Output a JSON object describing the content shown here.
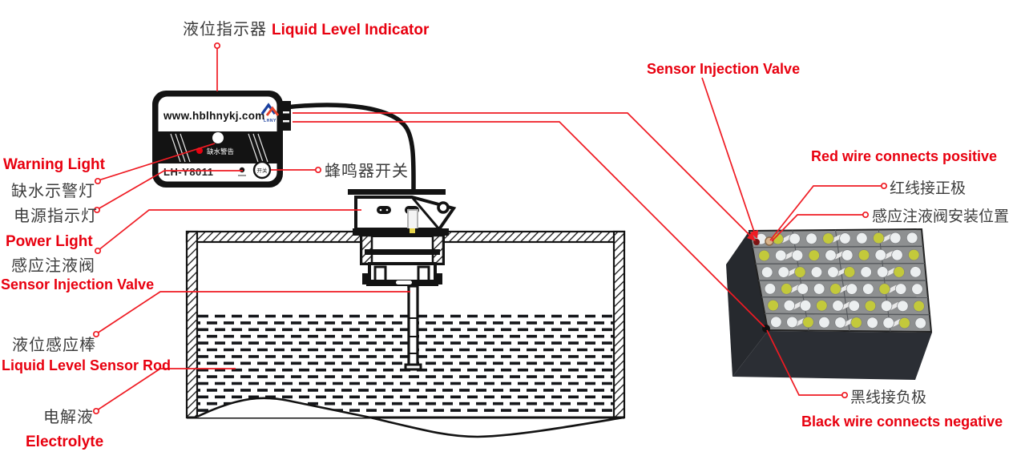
{
  "title": "Liquid level indicator installation diagram",
  "colors": {
    "accent_red_text": "#e8000f",
    "line_red": "#ef1b23",
    "ink": "#141414",
    "label_gray": "#3d3d3d",
    "battery_top": "#8e9091",
    "battery_dark_left": "#26292e",
    "battery_dark_front": "#2b2e34",
    "cell_yellow": "#c3c93b",
    "cell_white": "#eceff0",
    "terminal_tan": "#d9b48b",
    "logo_blue": "#1a3f9e",
    "logo_orange": "#e8442a"
  },
  "labels": {
    "indicator_cn": "液位指示器",
    "indicator_en": "Liquid Level Indicator",
    "warning_en": "Warning Light",
    "warning_cn": "缺水示警灯",
    "power_cn": "电源指示灯",
    "power_en": "Power Light",
    "valve_cn": "感应注液阀",
    "sensor_injection_valve_en": "Sensor Injection Valve",
    "buzzer_cn": "蜂鸣器开关",
    "rod_cn": "液位感应棒",
    "rod_en": "Liquid Level Sensor Rod",
    "electrolyte_cn": "电解液",
    "electrolyte_en": "Electrolyte",
    "red_wire_en": "Red wire connects positive",
    "red_wire_cn": "红线接正极",
    "valve_position_cn": "感应注液阀安装位置",
    "black_wire_cn": "黑线接负极",
    "black_wire_en": "Black wire  connects negative"
  },
  "device": {
    "website": "www.hblhnykj.com",
    "logo_text": "LHNY",
    "warning_text": "缺水警告",
    "model": "LH-Y8011",
    "switch_text": "开关"
  }
}
